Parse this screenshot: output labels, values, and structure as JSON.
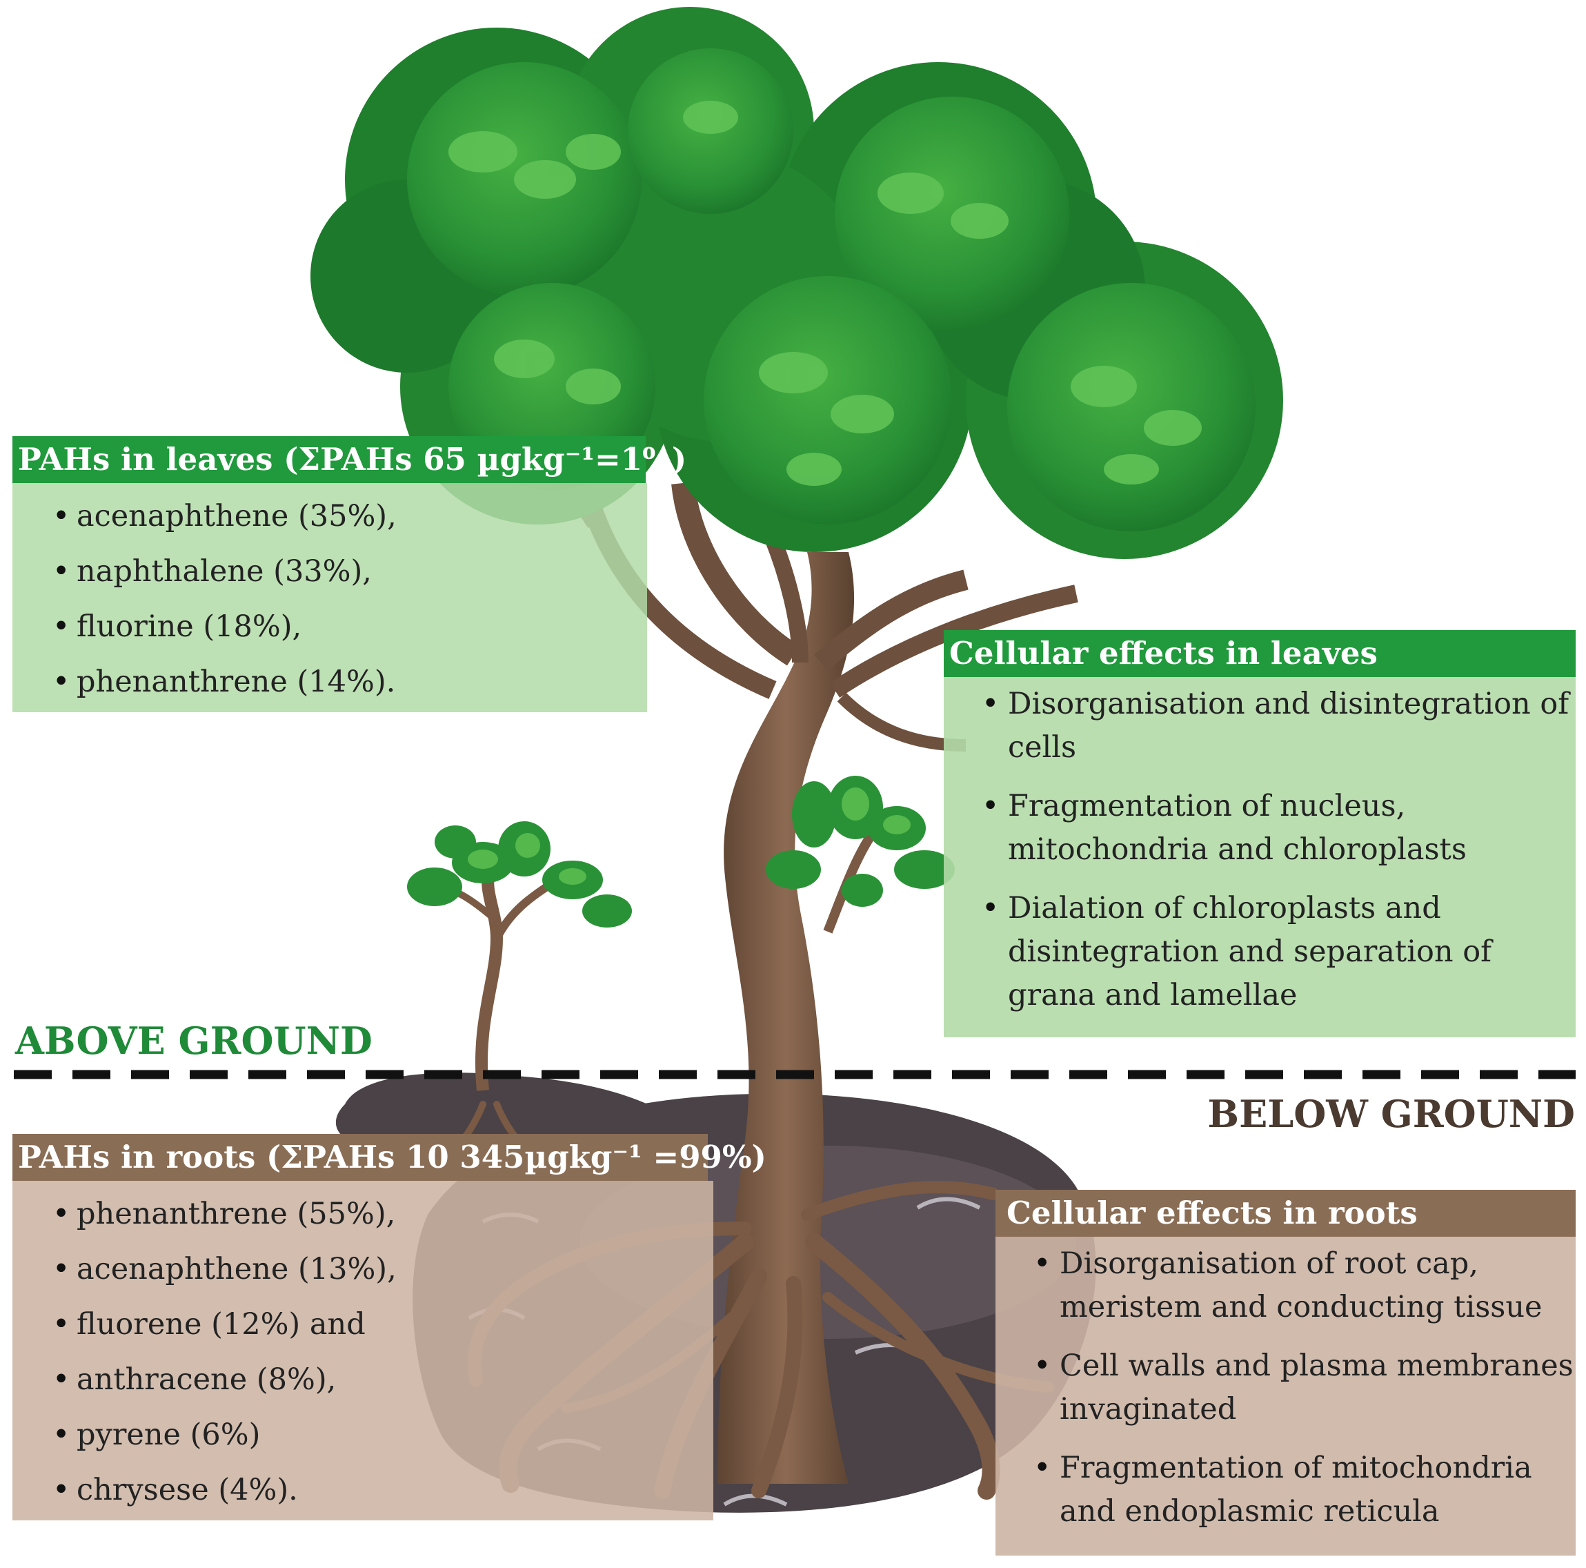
{
  "leaf_pahs": {
    "title": "PAHs in leaves (ΣPAHs 65 µgkg⁻¹=1%)",
    "items": [
      "acenaphthene (35%),",
      "naphthalene (33%),",
      "fluorine (18%),",
      "phenanthrene (14%)."
    ]
  },
  "leaf_effects": {
    "title": "Cellular effects in leaves",
    "items": [
      "Disorganisation and disintegration of cells",
      "Fragmentation of nucleus, mitochondria and chloroplasts",
      "Dialation of chloroplasts and disintegration and separation of grana and lamellae"
    ]
  },
  "ground": {
    "above": "ABOVE GROUND",
    "below": "BELOW GROUND"
  },
  "root_pahs": {
    "title": "PAHs in roots (ΣPAHs 10 345µgkg⁻¹ =99%)",
    "items": [
      "phenanthrene (55%),",
      "acenaphthene (13%),",
      "fluorene (12%) and",
      "anthracene (8%),",
      "pyrene (6%)",
      "chrysese (4%)."
    ]
  },
  "root_effects": {
    "title": "Cellular effects in roots",
    "items": [
      "Disorganisation of root cap, meristem and conducting tissue",
      "Cell walls and plasma membranes invaginated",
      "Fragmentation of mitochondria and endoplasmic reticula"
    ]
  },
  "colors": {
    "leaf_header": "#209a3c",
    "leaf_panel": "#b2daa7",
    "root_header": "#8a6d55",
    "root_panel": "#ccb4a4",
    "foliage_dark": "#23852f",
    "foliage_light": "#4cb848",
    "trunk": "#7a5a44",
    "soil": "#4a4246"
  }
}
